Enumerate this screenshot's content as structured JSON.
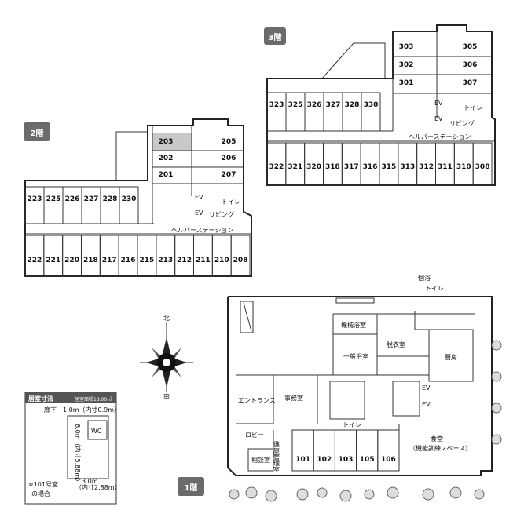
{
  "floors": {
    "f3": {
      "badge": "3階",
      "rooms_top": [
        "303",
        "305",
        "302",
        "306",
        "301",
        "307"
      ],
      "rooms_north": [
        "323",
        "325",
        "326",
        "327",
        "328",
        "330"
      ],
      "rooms_south": [
        "322",
        "321",
        "320",
        "318",
        "317",
        "316",
        "315",
        "313",
        "312",
        "311",
        "310",
        "308"
      ],
      "labels": {
        "ev1": "EV",
        "ev2": "EV",
        "toilet": "トイレ",
        "living": "リビング",
        "helper": "ヘルパーステーション"
      }
    },
    "f2": {
      "badge": "2階",
      "rooms_top": [
        "203",
        "205",
        "202",
        "206",
        "201",
        "207"
      ],
      "rooms_north": [
        "223",
        "225",
        "226",
        "227",
        "228",
        "230"
      ],
      "rooms_south": [
        "222",
        "221",
        "220",
        "218",
        "217",
        "216",
        "215",
        "213",
        "212",
        "211",
        "210",
        "208"
      ],
      "labels": {
        "ev1": "EV",
        "ev2": "EV",
        "toilet": "トイレ",
        "living": "リビング",
        "helper": "ヘルパーステーション"
      }
    },
    "f1": {
      "badge": "1階",
      "rooms": [
        "101",
        "102",
        "103",
        "105",
        "106"
      ],
      "labels": {
        "private_bath": "個浴",
        "toilet_top": "トイレ",
        "machine_bath": "機械浴室",
        "changing": "脱衣室",
        "kitchen": "厨房",
        "general_bath": "一般浴室",
        "entrance": "エントランス",
        "office": "事務室",
        "ev1": "EV",
        "ev2": "EV",
        "toilet_mid": "トイレ",
        "lobby": "ロビー",
        "health_mgmt": "健康管理室",
        "consult": "相談室",
        "dining_1": "食堂",
        "dining_2": "（機能訓練スペース）"
      }
    }
  },
  "compass": {
    "north": "北",
    "south": "南"
  },
  "room_dims": {
    "title": "居室寸法",
    "area": "居室面積18.00㎡",
    "corridor": "廊下",
    "width_top": "1.0m（内寸0.9m）",
    "wc": "WC",
    "depth": "6.0m（内寸5.88m）",
    "width_bottom_1": "3.0m",
    "width_bottom_2": "（内寸2.88m）",
    "note_1": "※101号室",
    "note_2": "の場合"
  }
}
